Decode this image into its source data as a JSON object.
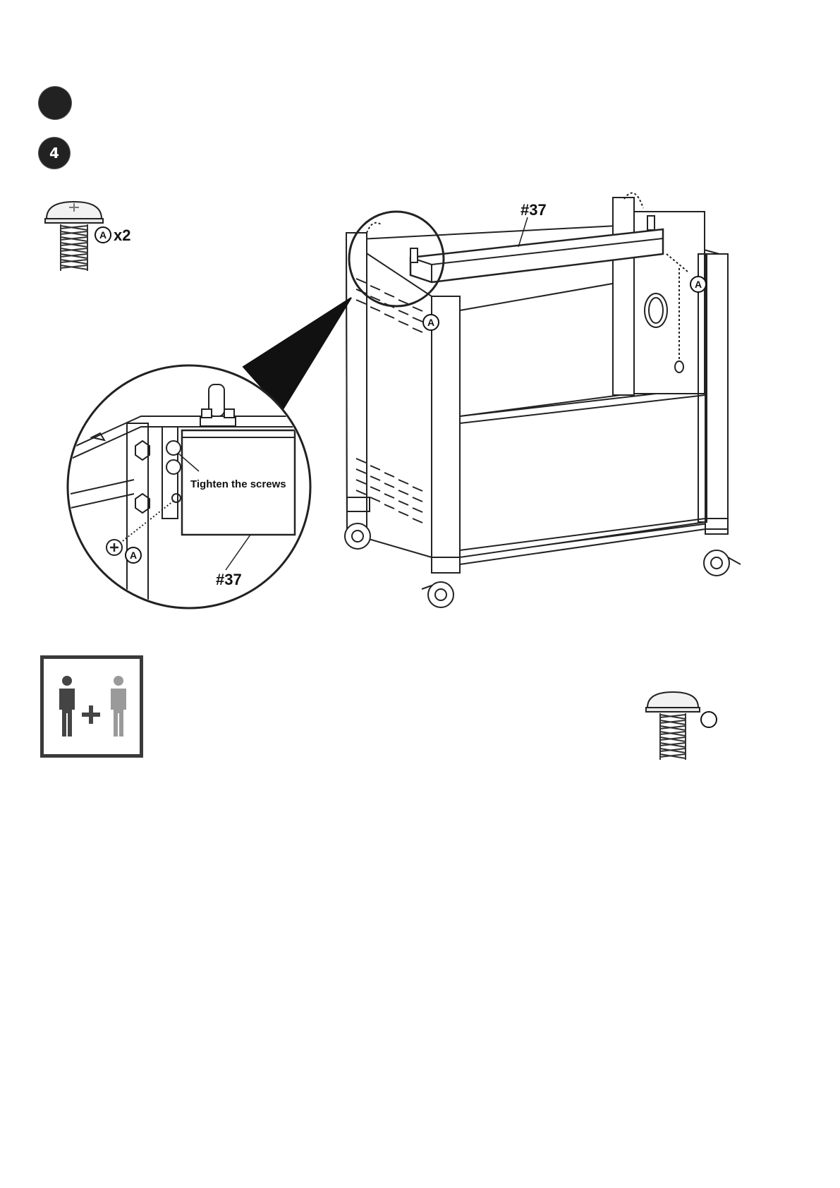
{
  "step_bullet_top": "",
  "step_number": "4",
  "hardware": {
    "letter": "A",
    "quantity": "x2"
  },
  "callouts": {
    "part_main": "#37",
    "part_detail": "#37",
    "marker_a": "A",
    "instruction": "Tighten the screws"
  },
  "bottom": {
    "two_person_icon": "two-person-assembly-icon",
    "screw_icon": "screw-icon"
  },
  "icons": [
    "screw-icon",
    "two-person-icon",
    "plus-icon",
    "magnifier-callout"
  ]
}
